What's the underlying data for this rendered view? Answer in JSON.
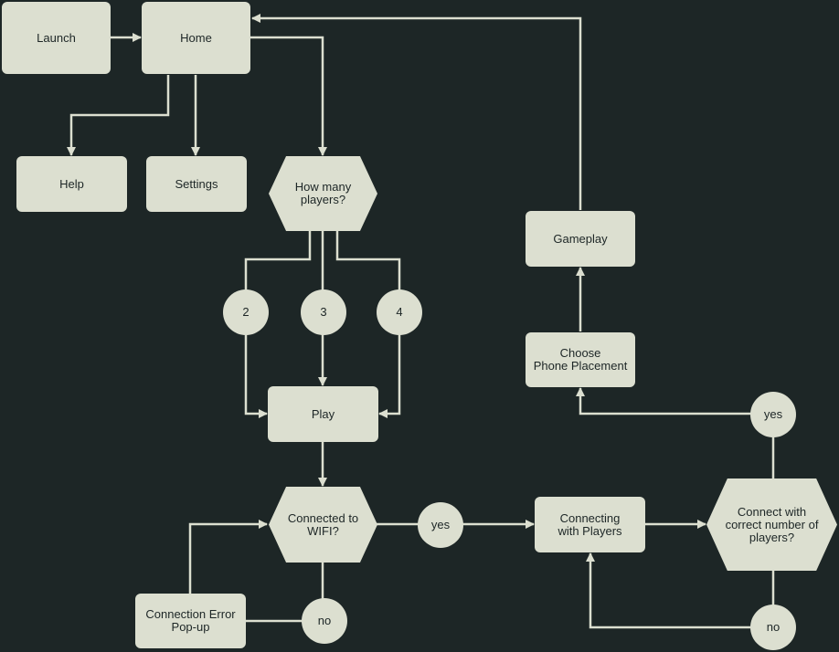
{
  "colors": {
    "background": "#1d2626",
    "node_fill": "#dcdfd0",
    "connector": "#dcdfd0",
    "text": "#1d2626"
  },
  "nodes": {
    "launch": "Launch",
    "home": "Home",
    "help": "Help",
    "settings": "Settings",
    "how_many": "How many\nplayers?",
    "two": "2",
    "three": "3",
    "four": "4",
    "play": "Play",
    "connected_wifi": "Connected to\nWIFI?",
    "wifi_yes": "yes",
    "wifi_no": "no",
    "connection_error": "Connection Error\nPop-up",
    "connecting": "Connecting\nwith Players",
    "correct_number": "Connect with\ncorrect number of\nplayers?",
    "correct_yes": "yes",
    "correct_no": "no",
    "phone_placement": "Choose\nPhone Placement",
    "gameplay": "Gameplay"
  }
}
